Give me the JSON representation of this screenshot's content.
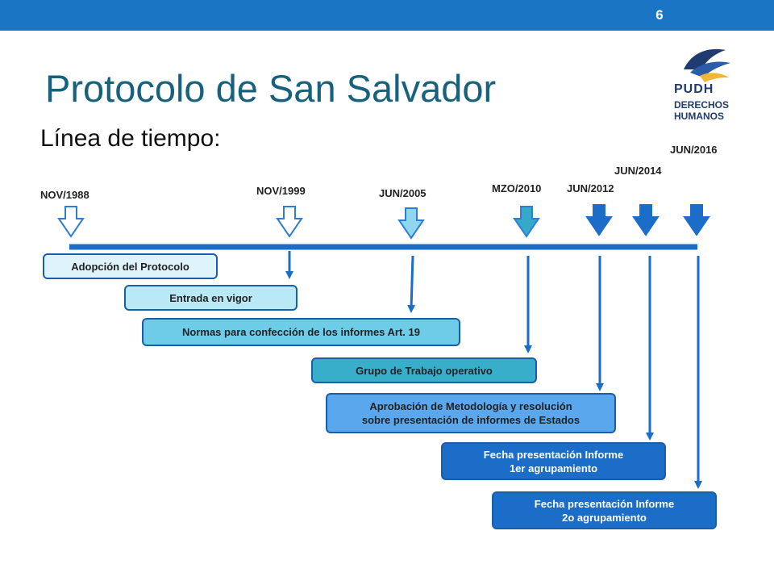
{
  "slide_number": "6",
  "title": "Protocolo de San Salvador",
  "subtitle": "Línea de tiempo:",
  "logo": {
    "line1": "PUDH",
    "line2": "DERECHOS",
    "line3": "HUMANOS"
  },
  "events": [
    {
      "date": "NOV/1988",
      "label": "Adopción del Protocolo",
      "arrow_color": "#ffffff",
      "box_color": "#dff3fb"
    },
    {
      "date": "NOV/1999",
      "label": "Entrada en vigor",
      "arrow_color": "#ffffff",
      "box_color": "#b9e8f7"
    },
    {
      "date": "JUN/2005",
      "label": "Normas para confección de los informes Art. 19",
      "arrow_color": "#8fd7ef",
      "box_color": "#6fcce9"
    },
    {
      "date": "MZO/2010",
      "label": "Grupo de Trabajo operativo",
      "arrow_color": "#35a9c9",
      "box_color": "#39aecb"
    },
    {
      "date": "JUN/2012",
      "label_line1": "Aprobación de Metodología y resolución",
      "label_line2": "sobre presentación de informes de Estados",
      "arrow_color": "#1b6dc7",
      "box_color": "#5aa7ee"
    },
    {
      "date": "JUN/2014",
      "label_line1": "Fecha presentación Informe",
      "label_line2": "1er agrupamiento",
      "arrow_color": "#1b6dc7",
      "box_color": "#1b6dc7"
    },
    {
      "date": "JUN/2016",
      "label_line1": "Fecha presentación Informe",
      "label_line2": "2o agrupamiento",
      "arrow_color": "#1b6dc7",
      "box_color": "#1b6dc7"
    }
  ],
  "colors": {
    "accent": "#1b75c5",
    "title": "#17617f",
    "timeline": "#1b6dc7"
  }
}
